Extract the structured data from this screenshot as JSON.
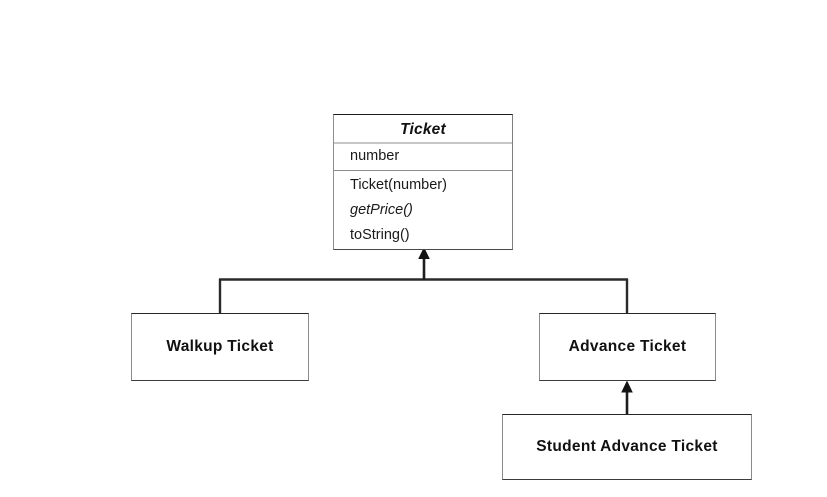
{
  "diagram": {
    "type": "uml-class-inheritance",
    "background_color": "#ffffff",
    "line_color": "#1d1d1d",
    "text_color": "#111111",
    "classes": [
      {
        "id": "ticket",
        "name": "Ticket",
        "abstract": true,
        "fields": [
          "number"
        ],
        "methods": [
          {
            "name": "Ticket(number)",
            "abstract": false
          },
          {
            "name": "getPrice()",
            "abstract": true
          },
          {
            "name": "toString()",
            "abstract": false
          }
        ]
      },
      {
        "id": "walkup-ticket",
        "name": "Walkup Ticket",
        "abstract": false,
        "extends": "Ticket"
      },
      {
        "id": "advance-ticket",
        "name": "Advance Ticket",
        "abstract": false,
        "extends": "Ticket"
      },
      {
        "id": "student-advance-ticket",
        "name": "Student Advance Ticket",
        "abstract": false,
        "extends": "Advance Ticket"
      }
    ],
    "relationships": [
      {
        "from": "Walkup Ticket",
        "to": "Ticket",
        "kind": "generalization"
      },
      {
        "from": "Advance Ticket",
        "to": "Ticket",
        "kind": "generalization"
      },
      {
        "from": "Student Advance Ticket",
        "to": "Advance Ticket",
        "kind": "generalization"
      }
    ]
  }
}
